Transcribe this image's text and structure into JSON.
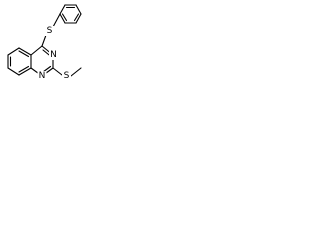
{
  "molecule": {
    "atoms": {
      "sulfur_phenylthio": "S",
      "sulfur_methylthio": "S",
      "nitrogen_3": "N",
      "nitrogen_1": "N"
    },
    "colors": {
      "bond": "#000000",
      "label": "#000000",
      "background": "#ffffff"
    }
  }
}
